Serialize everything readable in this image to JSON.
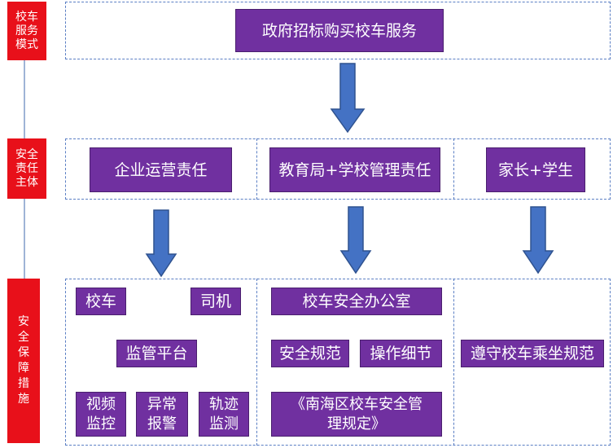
{
  "side_labels": {
    "mode": "校车\n服务\n模式",
    "subject": "安全\n责任\n主体",
    "measures": "安\n全\n保\n障\n措\n施"
  },
  "top": {
    "title": "政府招标购买校车服务"
  },
  "responsibility": {
    "enterprise": "企业运营责任",
    "education": "教育局+学校管理责任",
    "family": "家长+学生"
  },
  "measures": {
    "bus": "校车",
    "driver": "司机",
    "platform": "监管平台",
    "video": "视频\n监控",
    "alarm": "异常\n报警",
    "track": "轨迹\n监测",
    "office": "校车安全办公室",
    "standard": "安全规范",
    "detail": "操作细节",
    "regulation": "《南海区校车安全管\n理规定》",
    "ride_rules": "遵守校车乘坐规范"
  },
  "colors": {
    "side_label": "#e8101a",
    "box": "#7030a0",
    "arrow": "#4472c4",
    "dashed_border": "#5b7fc4"
  }
}
